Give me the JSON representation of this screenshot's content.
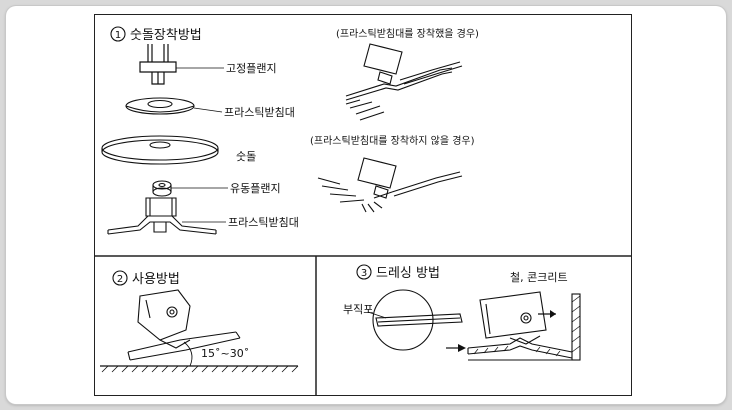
{
  "sections": {
    "mounting": {
      "number": "1",
      "title": "숫돌장착방법",
      "labels": {
        "fixed_flange": "고정플랜지",
        "plastic_pad_1": "프라스틱받침대",
        "grinding_wheel": "숫돌",
        "floating_flange": "유동플랜지",
        "plastic_pad_2": "프라스틱받침대"
      },
      "case_with_pad": "(프라스틱받침대를 장착했을 경우)",
      "case_without_pad": "(프라스틱받침대를 장착하지 않을 경우)"
    },
    "usage": {
      "number": "2",
      "title": "사용방법",
      "angle_label": "15˚~30˚"
    },
    "dressing": {
      "number": "3",
      "title": "드레싱 방법",
      "workpiece_label": "부직포",
      "wall_label": "철, 콘크리트"
    }
  },
  "colors": {
    "line": "#111111",
    "page_bg": "#d9d9d9",
    "card_bg": "#ffffff"
  }
}
